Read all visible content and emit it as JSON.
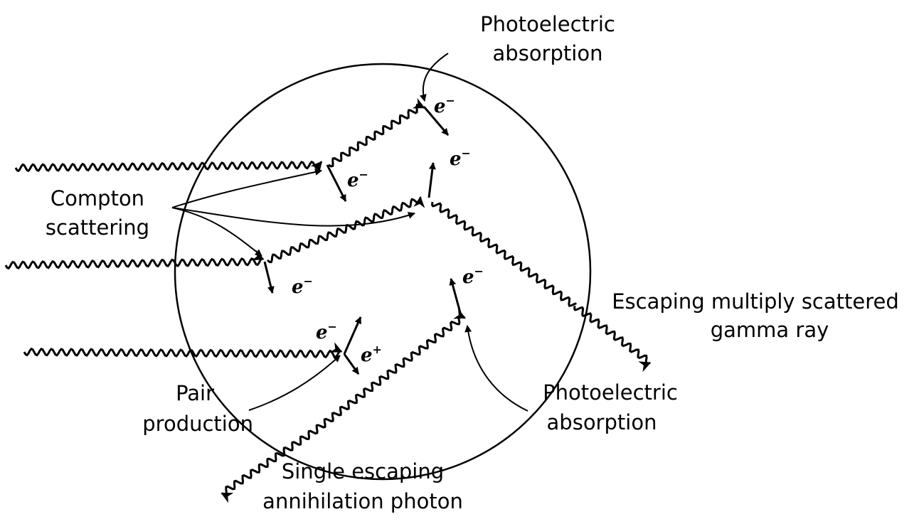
{
  "labels": {
    "photoelectric_top_line1": "Photoelectric",
    "photoelectric_top_line2": "absorption",
    "compton_line1": "Compton",
    "compton_line2": "scattering",
    "escaping_line1": "Escaping multiply scattered",
    "escaping_line2": "gamma ray",
    "pair_line1": "Pair",
    "pair_line2": "production",
    "photoelectric_bottom_line1": "Photoelectric",
    "photoelectric_bottom_line2": "absorption",
    "annihilation_line1": "Single escaping",
    "annihilation_line2": "annihilation photon"
  },
  "particles": {
    "electron": "e",
    "electron_charge": "−",
    "positron": "e",
    "positron_charge": "+"
  },
  "colors": {
    "ink": "#000000",
    "background": "#ffffff"
  }
}
